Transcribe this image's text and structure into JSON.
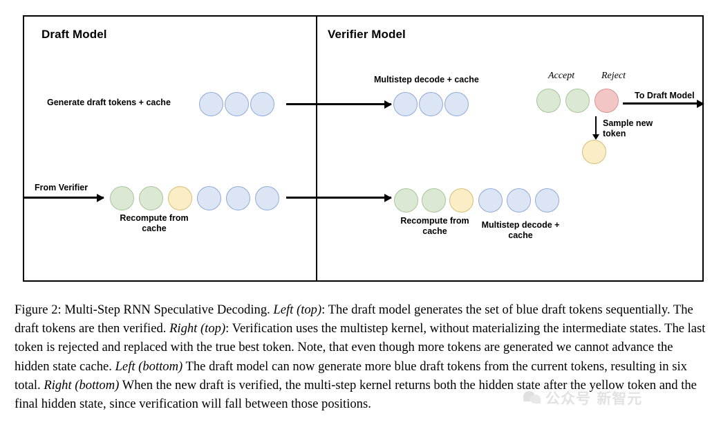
{
  "figure": {
    "panels": {
      "left_title": "Draft Model",
      "right_title": "Verifier Model"
    },
    "labels": {
      "generate_draft": "Generate draft tokens + cache",
      "multistep_decode_top": "Multistep decode + cache",
      "accept": "Accept",
      "reject": "Reject",
      "to_draft_model": "To Draft Model",
      "sample_new_token": "Sample new token",
      "from_verifier": "From Verifier",
      "recompute_from_cache_left": "Recompute from cache",
      "recompute_from_cache_right": "Recompute from cache",
      "multistep_decode_bottom": "Multistep decode + cache"
    },
    "colors": {
      "blue_fill": "#dce5f4",
      "blue_stroke": "#8ea9d8",
      "green_fill": "#dbe8d3",
      "green_stroke": "#a6c498",
      "yellow_fill": "#fbeec6",
      "yellow_stroke": "#d6bd74",
      "red_fill": "#f3c6c6",
      "red_stroke": "#d79292",
      "frame_stroke": "#000000"
    },
    "token_rows": {
      "draft_top": [
        "blue",
        "blue",
        "blue"
      ],
      "verifier_top": [
        "blue",
        "blue",
        "blue"
      ],
      "verifier_result": [
        "green",
        "green",
        "red"
      ],
      "sampled_token": [
        "yellow"
      ],
      "draft_bottom": [
        "green",
        "green",
        "yellow",
        "blue",
        "blue",
        "blue"
      ],
      "verifier_bottom": [
        "green",
        "green",
        "yellow",
        "blue",
        "blue",
        "blue"
      ]
    }
  },
  "caption": {
    "number": "Figure 2:",
    "title": "Multi-Step RNN Speculative Decoding.",
    "segments": [
      {
        "style": "bold-number",
        "text": "Figure 2: "
      },
      {
        "style": "normal",
        "text": "Multi-Step RNN Speculative Decoding. "
      },
      {
        "style": "italic",
        "text": "Left (top)"
      },
      {
        "style": "normal",
        "text": ": The draft model generates the set of blue draft tokens sequentially. The draft tokens are then verified. "
      },
      {
        "style": "italic",
        "text": "Right (top)"
      },
      {
        "style": "normal",
        "text": ": Verification uses the multistep kernel, without materializing the intermediate states. The last token is rejected and replaced with the true best token. Note, that even though more tokens are generated we cannot advance the hidden state cache. "
      },
      {
        "style": "italic",
        "text": "Left (bottom)"
      },
      {
        "style": "normal",
        "text": " The draft model can now generate more blue draft tokens from the current tokens, resulting in six total. "
      },
      {
        "style": "italic",
        "text": "Right (bottom)"
      },
      {
        "style": "normal",
        "text": " When the new draft is verified, the multi-step kernel returns both the hidden state after the yellow token and the final hidden state, since verification will fall between those positions."
      }
    ],
    "full_text": "Figure 2: Multi-Step RNN Speculative Decoding. Left (top): The draft model generates the set of blue draft tokens sequentially. The draft tokens are then verified. Right (top): Verification uses the multistep kernel, without materializing the intermediate states. The last token is rejected and replaced with the true best token. Note, that even though more tokens are generated we cannot advance the hidden state cache. Left (bottom) The draft model can now generate more blue draft tokens from the current tokens, resulting in six total. Right (bottom) When the new draft is verified, the multi-step kernel returns both the hidden state after the yellow token and the final hidden state, since verification will fall between those positions."
  },
  "watermark": {
    "text": "公众号 新智元"
  }
}
